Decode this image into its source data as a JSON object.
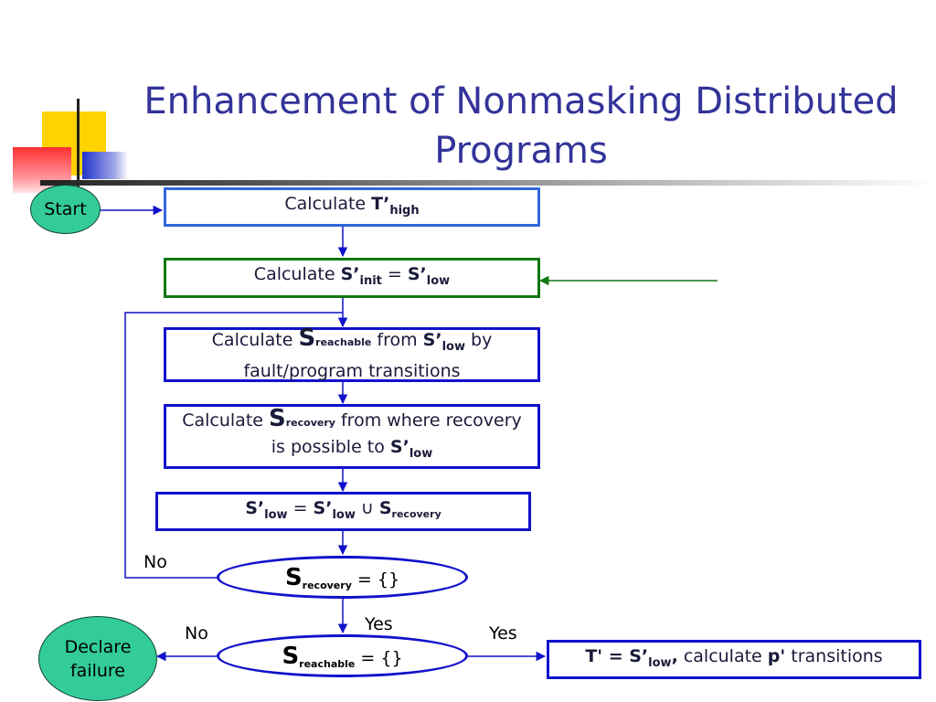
{
  "title": {
    "line1": "Enhancement of Nonmasking Distributed",
    "line2": "Programs"
  },
  "start": {
    "label": "Start"
  },
  "box1": {
    "prefix": "Calculate ",
    "sym": "T’",
    "sub": "high"
  },
  "box2": {
    "prefix": "Calculate ",
    "sym1": "S’",
    "sub1": "init",
    "eq": " = ",
    "sym2": "S’",
    "sub2": "low"
  },
  "box3": {
    "prefix": "Calculate ",
    "sym": "S",
    "sub": "reachable",
    "mid": "from ",
    "sym2": "S’",
    "sub2": "low",
    "suffix": " by",
    "line2": "fault/program transitions"
  },
  "box4": {
    "prefix": "Calculate ",
    "sym": "S",
    "sub": "recovery",
    "mid": "from where  recovery",
    "line2a": "is possible to ",
    "sym2": "S’",
    "sub2": "low"
  },
  "box5": {
    "sym1": "S’",
    "sub1": "low",
    "eq": " = ",
    "sym2": "S’",
    "sub2": "low",
    "union": " ∪ ",
    "sym3": "S",
    "sub3": "recovery"
  },
  "decision1": {
    "sym": "S",
    "sub": "recovery",
    "rhs": "  = {}"
  },
  "decision2": {
    "sym": "S",
    "sub": "reachable",
    "rhs": " = {}"
  },
  "labels": {
    "no1": "No",
    "yes1": "Yes",
    "no2": "No",
    "yes2": "Yes"
  },
  "declare": {
    "line1": "Declare",
    "line2": "failure"
  },
  "final_box": {
    "p1": "T' = ",
    "sym": "S’",
    "sub": "low",
    "comma": ",",
    "mid": " calculate ",
    "p": "p'",
    "suffix": " transitions"
  },
  "colors": {
    "title": "#333399",
    "blue_border": "#1111cc",
    "green_border": "#117711",
    "node_green": "#33cc99",
    "accent_yellow": "#ffcc00",
    "accent_red": "#ff3333",
    "accent_blue": "#3333cc"
  }
}
